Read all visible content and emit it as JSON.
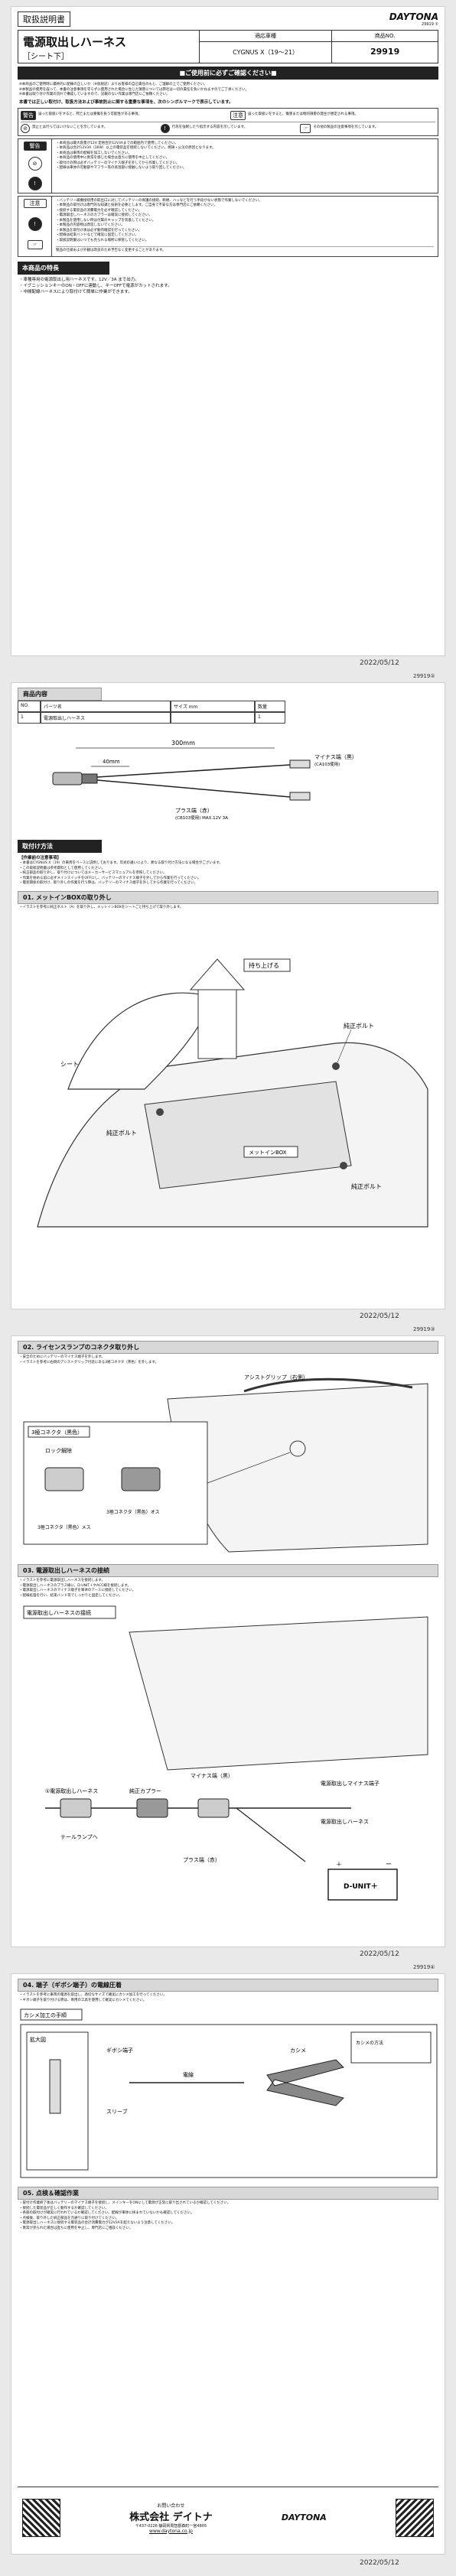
{
  "header": {
    "doc_type": "取扱説明書",
    "brand": "DAYTONA",
    "doc_code": "29919 ①",
    "title": "電源取出しハーネス",
    "subtitle": "［シート下］",
    "model_label": "適応車種",
    "model": "CYGNUS X（19～21）",
    "product_no_label": "商品NO.",
    "product_no": "29919"
  },
  "warning_banner": "■ご使用前に必ずご確認ください■",
  "intro_lines": [
    "※本商品のご使用時に最終的に配線の正しいか（※仮組記）よりお客様の自己責任のもと、ご理解の上でご使用ください。",
    "※本製品の使用を誤って、本書の注意事項を守らずに使用された場合に生じた損害については弊社は一切の責任を負いかねますのでご了承ください。",
    "※本書は取り付け作業の流れで構成していますので、記載のない作業は専門店にご依頼ください。"
  ],
  "important_note": "本書では正しい取付け、取扱方法および事故防止に関する重要な事項を、次のシンボルマークで表示しています。",
  "symbols": [
    {
      "icon": "警告",
      "text": "誤った取扱いをすると、死亡または重傷を負う可能性がある事項。"
    },
    {
      "icon": "注意",
      "text": "誤った取扱いをすると、傷害または物的損害の発生が想定される事項。"
    }
  ],
  "symbol_marks": [
    {
      "text": "禁止とは行ってはいけないことを示しています。"
    },
    {
      "text": "行為を強制したり指示する内容を示しています。"
    },
    {
      "text": "その他の製品の注意事項を示しています。"
    }
  ],
  "warnings": [
    "・本商品は最大容量が12V 定格合計12V3Aまでの範囲内で使用してください。",
    "・本商品は合計12V3A（36W）以上の電装品を接続しないでください。焼損・火災の原因となります。",
    "・本商品は車両の配線を加工しないでください。",
    "・本商品の使用中に異常を感じた場合は直ちに使用を中止してください。",
    "・取付けの際は必ずバッテリーのマイナス端子を外してから作業してください。",
    "・配線は車体の可動部やマフラー等の高温部に接触しないよう取り回してください。"
  ],
  "cautions": [
    "・バッテリー補機接続用の取出口に対してパッテリーの保護の接続、断絶、ハッなどを行う手段がない状態で作業しないでください。",
    "・本製品の取付けは専門的な知識と技術を必要とします。ご自身で不安な方は専門店にご依頼ください。",
    "・接続する電装品の消費電力を必ず確認してください。",
    "・電源取出しハーネスのカプラーは確実に接続してください。",
    "・本製品を使用しない時は付属のキャップを装着してください。",
    "・本製品の内容物は改造しないでください。",
    "・本製品を取付け後は必ず動作確認を行ってください。",
    "・配線は結束バンドなどで確実に固定してください。",
    "・取扱説明書はいつでも見られる場所に保管してください。"
  ],
  "caution_other": "製品の仕様および外観は改良のため予告なく変更することがあります。",
  "features_title": "本商品の特長",
  "features": [
    "・車種専用の電源取出し用ハーネスです。12V／3A まで出力。",
    "・イグニッションキーのON・OFFに連動し、キーOFFで電源がカットされます。",
    "・中間配線ハーネスにより取付けて簡単に作業ができます。"
  ],
  "contents": {
    "title": "商品内容",
    "headers": [
      "NO.",
      "パーツ名",
      "サイズ mm",
      "数量"
    ],
    "rows": [
      [
        "1",
        "電源取出しハーネス",
        "",
        "1"
      ]
    ]
  },
  "harness_labels": {
    "length_total": "300mm",
    "length_a": "40mm",
    "plus_terminal": "マイナス端（黒）",
    "plus_model": "(CA103使用)",
    "fuse_label": "プラス端（赤）",
    "fuse_spec": "(CB103使用) MAX.12V 3A"
  },
  "install_title": "取付け方法",
  "install_prep_title": "【作業前の注意事項】",
  "install_prep": [
    "・本書はCYGNUS X（19）の車両をベースに説明しております。年式の違いにより、異なる取り付け方法になる場合がございます。",
    "・この取扱説明書は参考資料として使用してください。",
    "・純正部品の取り外し、取り付けについてはメーカーサービスマニュアルを参照してください。",
    "・作業を始める前に必ずメインスイッチをOFFにし、バッテリーのマイナス端子を外してから作業を行ってください。",
    "・電装関係の取付け、取り外しの作業を行う際は、バッテリーのマイナス端子を外してから作業を行ってください。"
  ],
  "steps": {
    "s01": {
      "title": "01. メットインBOXの取り外し",
      "desc": "・イラストを参考に純正ボルト（A）を取り外し、メットインBOXをシートごと持ち上げて取り外します。",
      "labels": [
        "純正ボルト",
        "持ち上げる",
        "純正ボルト",
        "シート",
        "メットインBOX",
        "純正ボルト"
      ]
    },
    "s02": {
      "title": "02. ライセンスランプのコネクタ取り外し",
      "desc": [
        "・安全のためにバッテリーのマイナス端子を外します。",
        "・イラストを参考に右側のアシストグリップ付近にある3極コネクタ（茶色）を外します。"
      ],
      "labels": [
        "アシストグリップ（右側）",
        "3極コネクタ（黒色）",
        "ロック解除",
        "3極コネクタ（黒色）オス",
        "3極コネクタ（黒色）メス"
      ]
    },
    "s03": {
      "title": "03. 電源取出しハーネスの接続",
      "desc": [
        "・イラストを参考に電源取出しハーネスを接続します。",
        "・電源取出しハーネスのプラス線に、D-UNIT＋やACC線を接続します。",
        "・電源取出しハーネスのマイナス端子を車体のアースに接続してください。",
        "・配線処理を行い、結束バンド等でしっかりと固定してください。"
      ],
      "labels": [
        "電源取出しハーネスの接続",
        "①電源取出しハーネス",
        "純正カプラー",
        "テールランプへ",
        "マイナス端（黒）",
        "電源取出しマイナス端子",
        "プラス端（赤）",
        "電源取出しハーネス",
        "D-UNIT＋",
        "＋",
        "ー"
      ]
    },
    "s04": {
      "title": "04. 端子（ギボシ端子）の電線圧着",
      "desc": [
        "・イラストを参考に車両の電源を取出し、適切なサイズで確実にカシメ加工を行ってください。",
        "・ギボシ端子を取り付ける際は、専用の工具を使用して確実にカシメてください。"
      ],
      "labels": [
        "カシメ加工の手順",
        "拡大図",
        "ギボシ端子",
        "スリーブ",
        "電線",
        "カシメ",
        "カシメの方法"
      ]
    },
    "s05": {
      "title": "05. 点検＆確認作業",
      "desc": [
        "・取付け作業終了後はバッテリーのマイナス端子を接続し、メインキーをONにして電源が正常に取り出されているか確認してください。",
        "・接続した電装品が正しく動作するか確認してください。",
        "・各部の取付けが確実に行われているか確認してください。配線が車体に挟まれていないかも確認してください。",
        "・点検後、取り外した純正部品を元通りに取り付けてください。",
        "・電源取出しハーネスに接続する電装品の合計消費電力が12V3Aを超えないよう注意してください。",
        "・異常が見られた場合は直ちに使用を中止し、専門店にご相談ください。"
      ]
    }
  },
  "footer": {
    "company": "株式会社 デイトナ",
    "company_en": "DAYTONA",
    "contact": "お問い合わせ",
    "url": "www.daytona.co.jp",
    "address": "〒437-0226 静岡県周智郡森町一宮4805"
  },
  "page_codes": [
    "29919①",
    "29919②",
    "29919③",
    "29919④"
  ],
  "date": "2022/05/12"
}
